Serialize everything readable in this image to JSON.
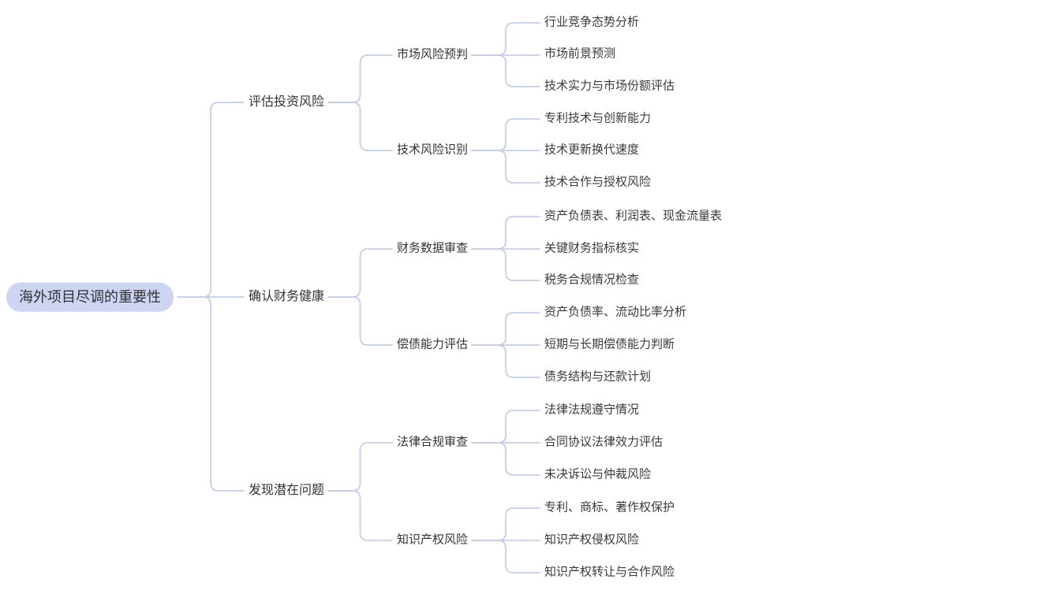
{
  "mindmap": {
    "root": {
      "label": "海外项目尽调的重要性"
    },
    "branches": [
      {
        "label": "评估投资风险",
        "children": [
          {
            "label": "市场风险预判",
            "children": [
              {
                "label": "行业竞争态势分析"
              },
              {
                "label": "市场前景预测"
              },
              {
                "label": "技术实力与市场份额评估"
              }
            ]
          },
          {
            "label": "技术风险识别",
            "children": [
              {
                "label": "专利技术与创新能力"
              },
              {
                "label": "技术更新换代速度"
              },
              {
                "label": "技术合作与授权风险"
              }
            ]
          }
        ]
      },
      {
        "label": "确认财务健康",
        "children": [
          {
            "label": "财务数据审查",
            "children": [
              {
                "label": "资产负债表、利润表、现金流量表"
              },
              {
                "label": "关键财务指标核实"
              },
              {
                "label": "税务合规情况检查"
              }
            ]
          },
          {
            "label": "偿债能力评估",
            "children": [
              {
                "label": "资产负债率、流动比率分析"
              },
              {
                "label": "短期与长期偿债能力判断"
              },
              {
                "label": "债务结构与还款计划"
              }
            ]
          }
        ]
      },
      {
        "label": "发现潜在问题",
        "children": [
          {
            "label": "法律合规审查",
            "children": [
              {
                "label": "法律法规遵守情况"
              },
              {
                "label": "合同协议法律效力评估"
              },
              {
                "label": "未决诉讼与仲裁风险"
              }
            ]
          },
          {
            "label": "知识产权风险",
            "children": [
              {
                "label": "专利、商标、著作权保护"
              },
              {
                "label": "知识产权侵权风险"
              },
              {
                "label": "知识产权转让与合作风险"
              }
            ]
          }
        ]
      }
    ],
    "colors": {
      "root_bg": "#cdd5f3",
      "line": "#c5cfec",
      "text": "#333333"
    }
  }
}
